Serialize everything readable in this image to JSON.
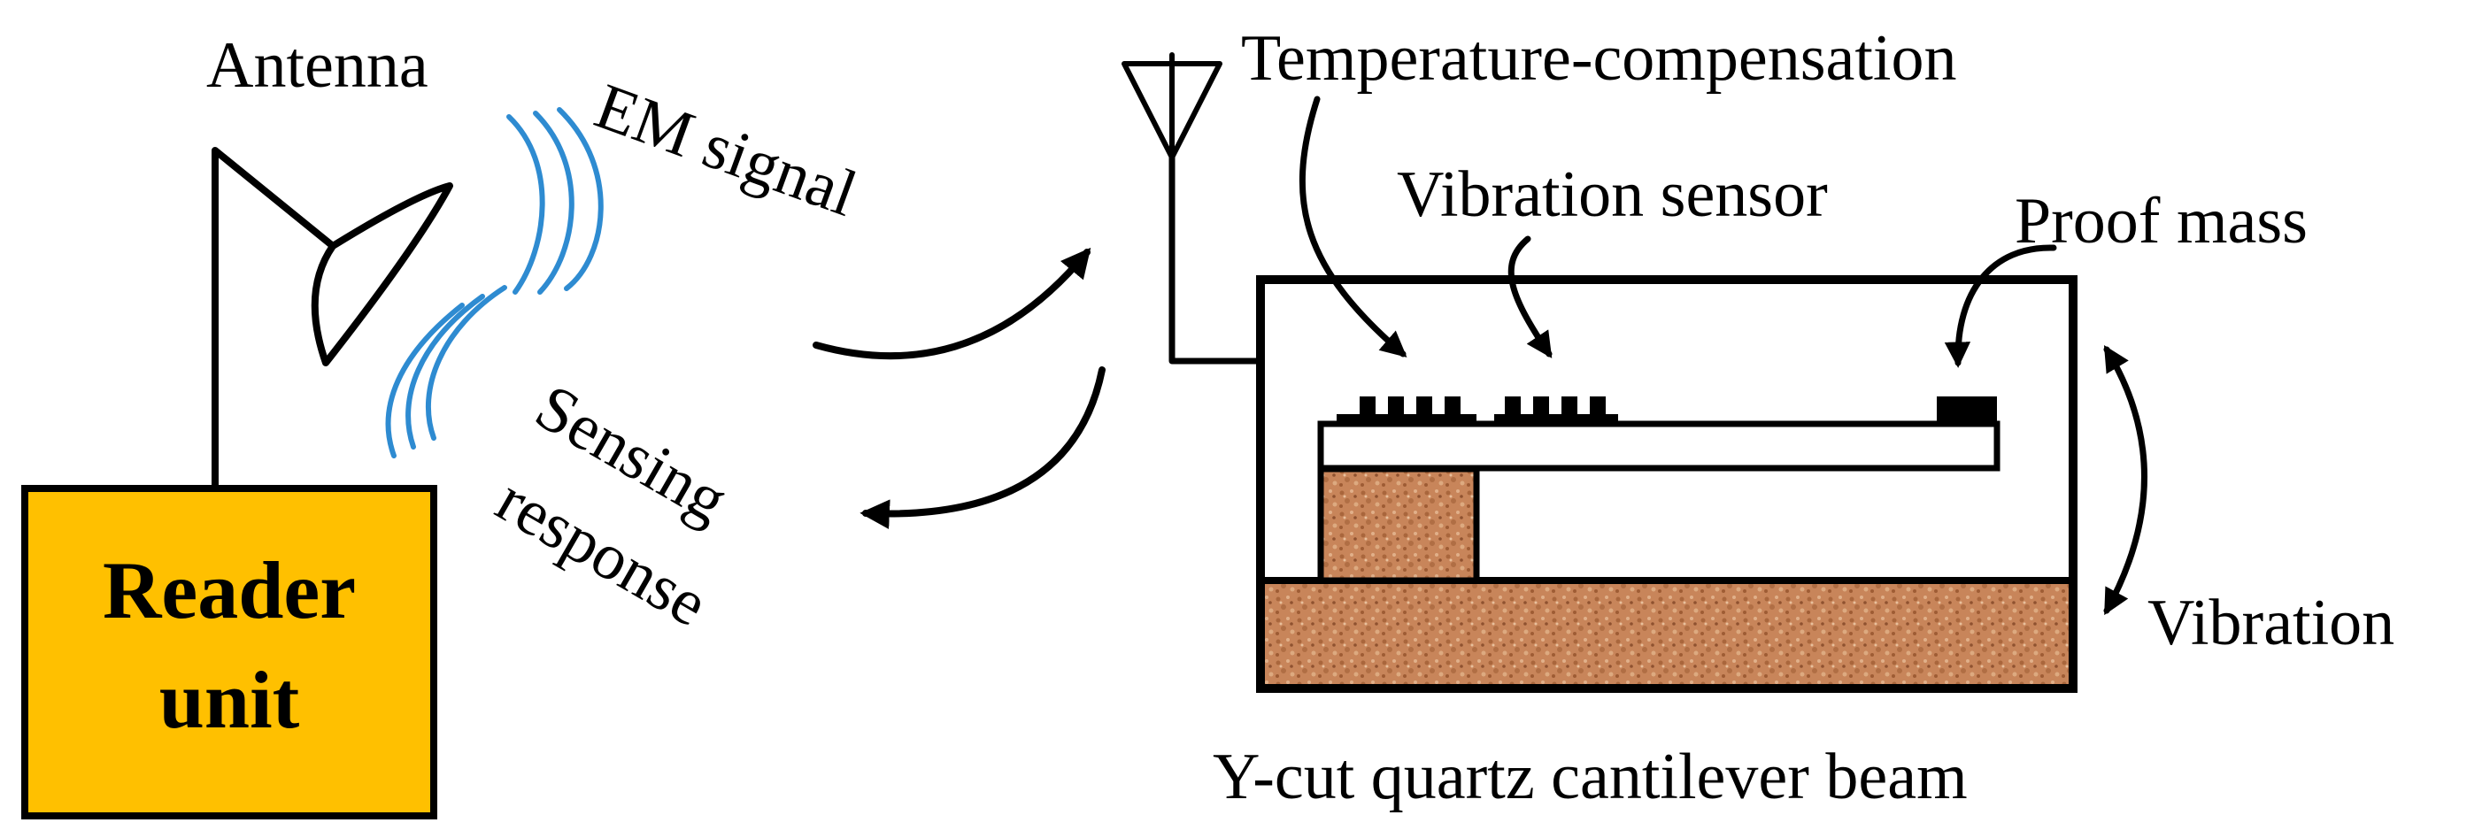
{
  "labels": {
    "antenna": "Antenna",
    "em_signal": "EM signal",
    "sensing": "Sensing",
    "response": "response",
    "reader_line1": "Reader",
    "reader_line2": "unit",
    "temperature_compensation": "Temperature-compensation",
    "vibration_sensor": "Vibration sensor",
    "proof_mass": "Proof mass",
    "vibration": "Vibration",
    "beam": "Y-cut quartz cantilever beam"
  },
  "colors": {
    "reader_fill": "#ffc000",
    "wave": "#2e8bd1",
    "quartz": "#c8855a"
  }
}
